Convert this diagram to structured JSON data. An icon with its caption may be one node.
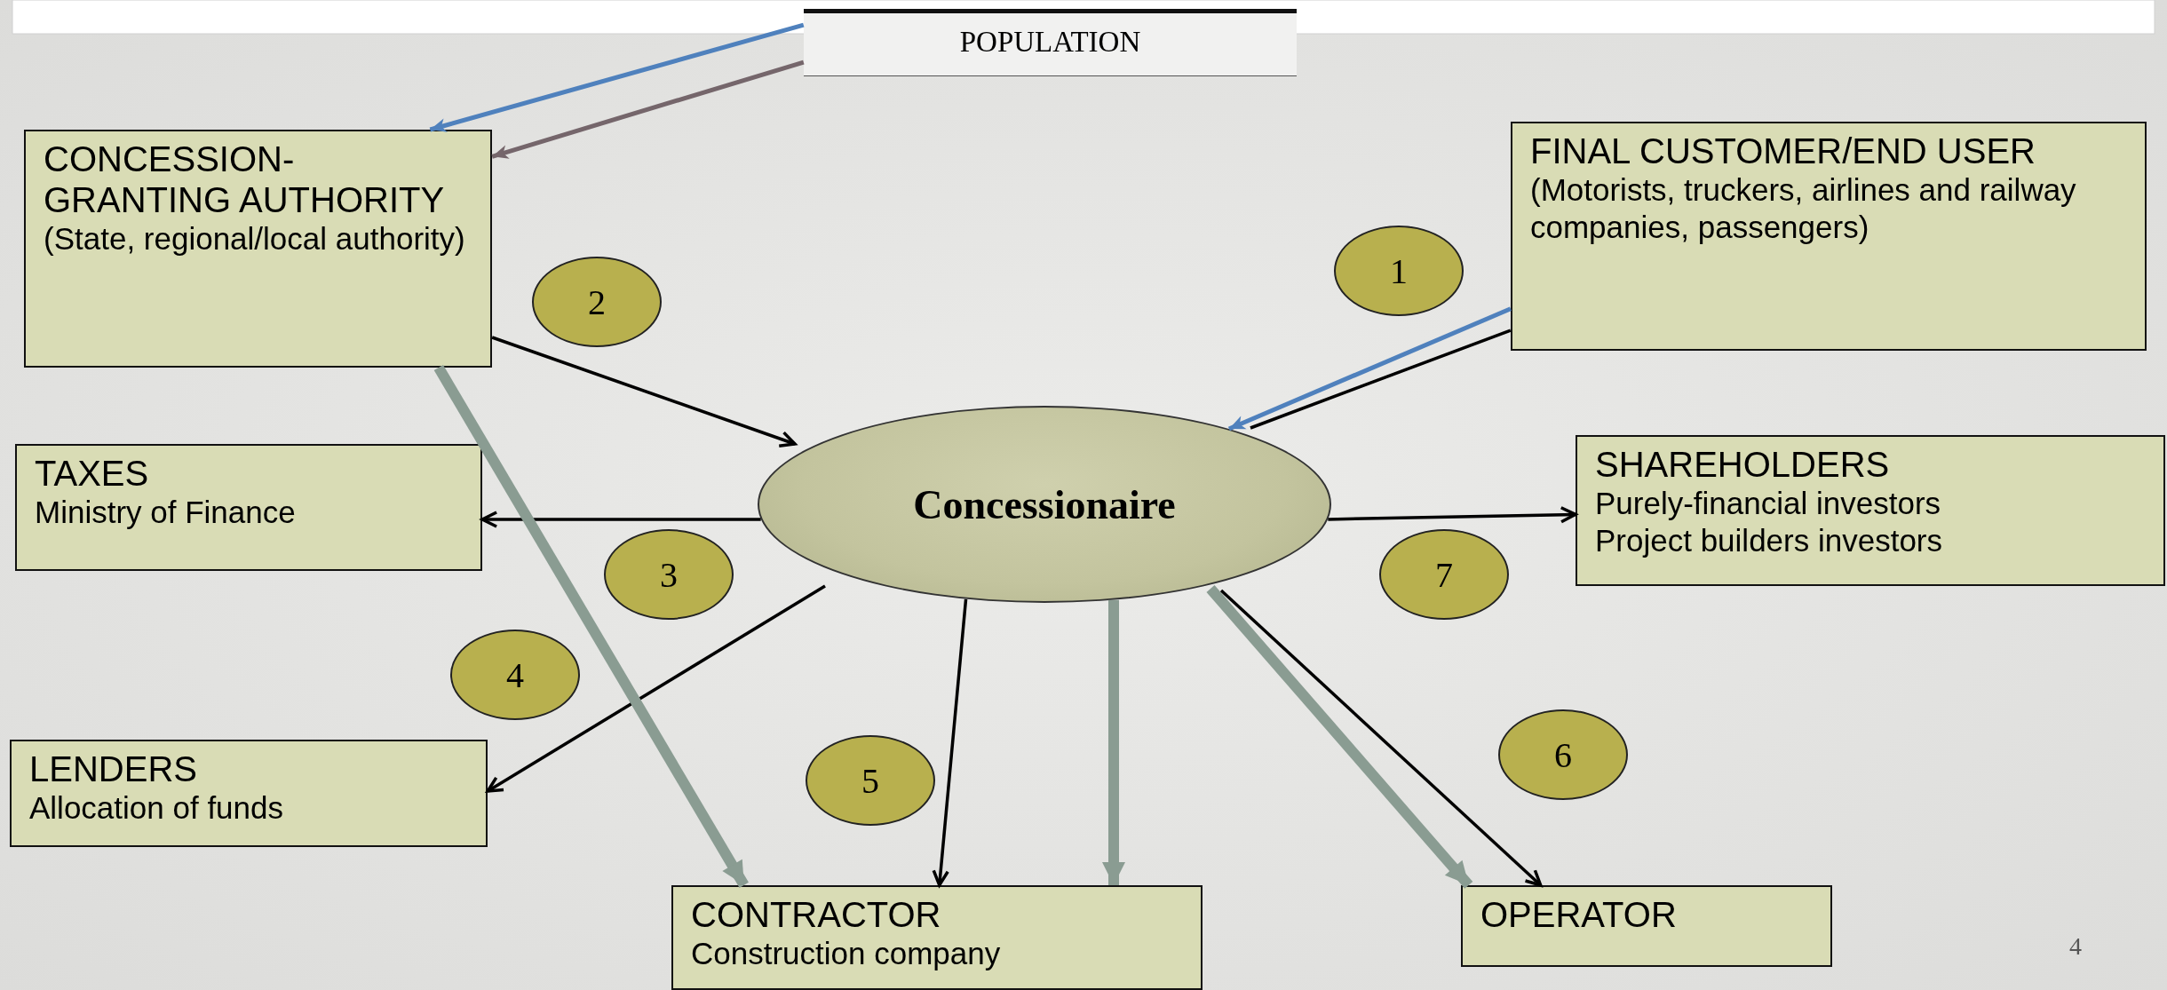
{
  "diagram": {
    "nodes": [
      {
        "text": [
          "POPULATION"
        ]
      },
      {
        "text": [
          "CONCESSION-GRANTING AUTHORITY",
          "(State, regional/local authority)"
        ]
      },
      {
        "text": [
          "FINAL CUSTOMER/END USER",
          "(Motorists, truckers, airlines and railway companies, passengers)"
        ]
      },
      {
        "text": [
          "2"
        ]
      },
      {
        "text": [
          "1"
        ]
      },
      {
        "text": [
          "TAXES",
          "Ministry of Finance"
        ]
      },
      {
        "text": [
          "Concessionaire"
        ]
      },
      {
        "text": [
          "3"
        ]
      },
      {
        "text": [
          "7"
        ]
      },
      {
        "text": [
          "SHAREHOLDERS",
          "Purely-financial investors",
          "Project builders investors"
        ]
      },
      {
        "text": [
          "4"
        ]
      },
      {
        "text": [
          "LENDERS",
          "Allocation of funds"
        ]
      },
      {
        "text": [
          "5"
        ]
      },
      {
        "text": [
          "6"
        ]
      },
      {
        "text": [
          "CONTRACTOR",
          "Construction company"
        ]
      },
      {
        "text": [
          "OPERATOR"
        ]
      }
    ],
    "edges": [
      {
        "from": 0,
        "to": 1,
        "arrow": "to",
        "color": "#4f81bd"
      },
      {
        "from": 0,
        "to": 1,
        "arrow": "to",
        "color": "#75666b"
      },
      {
        "from": 1,
        "to": 6,
        "arrow": "to"
      },
      {
        "from": 2,
        "to": 6,
        "arrow": "to",
        "color": "#4f81bd"
      },
      {
        "from": 2,
        "to": 6,
        "arrow": "none"
      },
      {
        "from": 6,
        "to": 5,
        "arrow": "to"
      },
      {
        "from": 6,
        "to": 9,
        "arrow": "to"
      },
      {
        "from": 6,
        "to": 11,
        "arrow": "to"
      },
      {
        "from": 6,
        "to": 14,
        "arrow": "to"
      },
      {
        "from": 6,
        "to": 15,
        "arrow": "to"
      },
      {
        "from": 1,
        "to": 14,
        "arrow": "to",
        "style": "thick",
        "color": "#8a9c92"
      },
      {
        "from": 6,
        "to": 14,
        "arrow": "to",
        "style": "thick",
        "color": "#8a9c92"
      },
      {
        "from": 6,
        "to": 15,
        "arrow": "to",
        "style": "thick",
        "color": "#8a9c92"
      }
    ],
    "labels": [
      "4"
    ]
  }
}
